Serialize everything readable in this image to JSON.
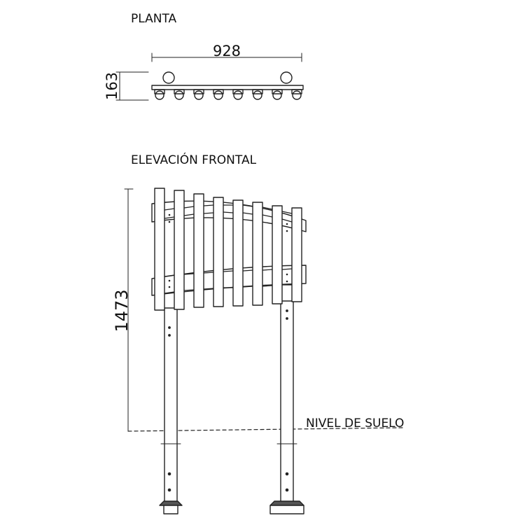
{
  "plan_view": {
    "title": "PLANTA",
    "width_dim": "928",
    "depth_dim": "163"
  },
  "front_view": {
    "title": "ELEVACIÓN FRONTAL",
    "height_dim": "1473",
    "ground_label": "NIVEL DE SUELO"
  }
}
